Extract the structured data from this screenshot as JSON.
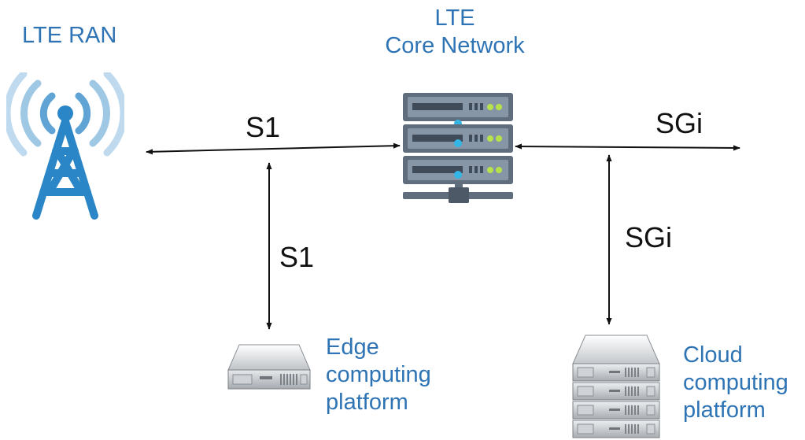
{
  "labels": {
    "ran": "LTE RAN",
    "core_line1": "LTE",
    "core_line2": "Core Network",
    "s1_top": "S1",
    "sgi_top": "SGi",
    "s1_vertical": "S1",
    "sgi_vertical": "SGi",
    "edge_line1": "Edge",
    "edge_line2": "computing",
    "edge_line3": "platform",
    "cloud_line1": "Cloud",
    "cloud_line2": "computing",
    "cloud_line3": "platform"
  },
  "icons": {
    "ran": "cell-tower-icon",
    "core": "server-rack-icon",
    "edge": "single-server-icon",
    "cloud": "server-stack-icon"
  },
  "colors": {
    "label_blue": "#2e74b5",
    "tower_blue": "#2a86c6",
    "arrow": "#111111"
  }
}
